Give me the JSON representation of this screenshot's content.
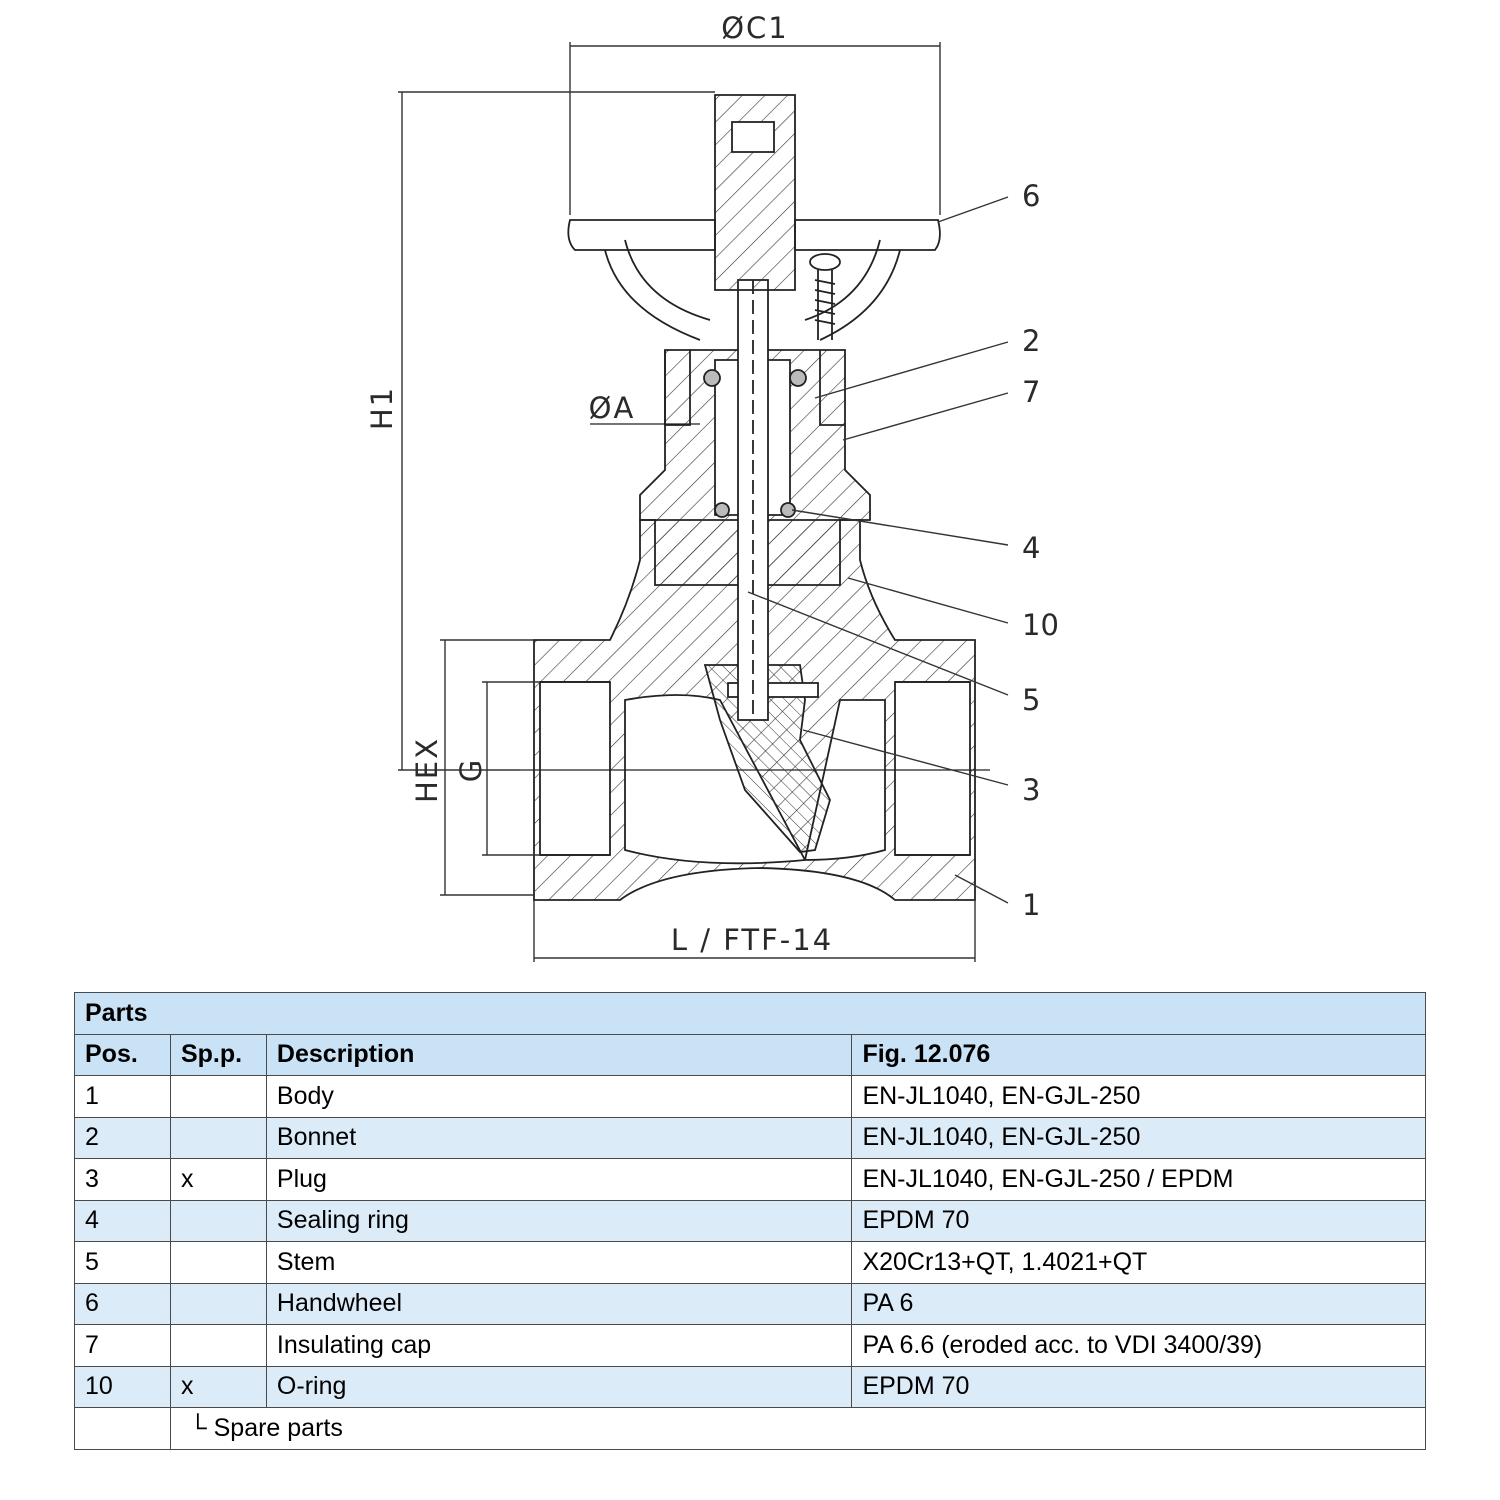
{
  "drawing": {
    "dimensions": {
      "c1": "ØC1",
      "h1": "H1",
      "a": "ØA",
      "hex": "HEX",
      "g": "G",
      "l": "L / FTF-14"
    },
    "callouts": [
      "6",
      "2",
      "7",
      "4",
      "10",
      "5",
      "3",
      "1"
    ]
  },
  "table": {
    "title": "Parts",
    "headers": {
      "pos": "Pos.",
      "spare": "Sp.p.",
      "description": "Description",
      "material": "Fig. 12.076"
    },
    "rows": [
      {
        "pos": "1",
        "spare": "",
        "description": "Body",
        "material": "EN-JL1040, EN-GJL-250"
      },
      {
        "pos": "2",
        "spare": "",
        "description": "Bonnet",
        "material": "EN-JL1040, EN-GJL-250"
      },
      {
        "pos": "3",
        "spare": "x",
        "description": "Plug",
        "material": "EN-JL1040, EN-GJL-250 / EPDM"
      },
      {
        "pos": "4",
        "spare": "",
        "description": "Sealing ring",
        "material": "EPDM 70"
      },
      {
        "pos": "5",
        "spare": "",
        "description": "Stem",
        "material": "X20Cr13+QT, 1.4021+QT"
      },
      {
        "pos": "6",
        "spare": "",
        "description": "Handwheel",
        "material": "PA 6"
      },
      {
        "pos": "7",
        "spare": "",
        "description": "Insulating cap",
        "material": "PA 6.6 (eroded acc. to VDI 3400/39)"
      },
      {
        "pos": "10",
        "spare": "x",
        "description": "O-ring",
        "material": "EPDM 70"
      }
    ],
    "legend": "└ Spare parts"
  }
}
